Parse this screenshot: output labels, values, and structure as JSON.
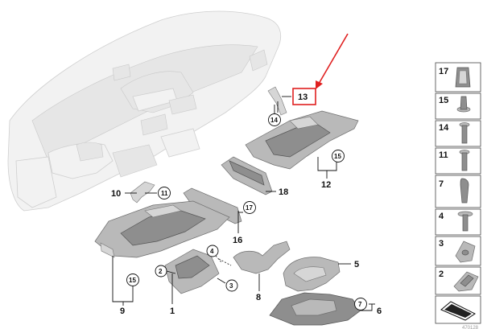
{
  "callouts": {
    "p1": "1",
    "p2": "2",
    "p3a": "3",
    "p3b": "3",
    "p4": "4",
    "p5": "5",
    "p6": "6",
    "p7": "7",
    "p8": "8",
    "p9": "9",
    "p10": "10",
    "p11": "11",
    "p12": "12",
    "p13": "13",
    "p14": "14",
    "p15a": "15",
    "p15b": "15",
    "p16": "16",
    "p17": "17",
    "p18": "18"
  },
  "legend": [
    {
      "number": "17",
      "icon": "clip-icon"
    },
    {
      "number": "15",
      "icon": "expanding-rivet-icon"
    },
    {
      "number": "14",
      "icon": "screw-icon"
    },
    {
      "number": "11",
      "icon": "screw-icon"
    },
    {
      "number": "7",
      "icon": "grommet-icon"
    },
    {
      "number": "4",
      "icon": "flange-screw-icon"
    },
    {
      "number": "3",
      "icon": "nut-clip-icon"
    },
    {
      "number": "2",
      "icon": "spring-clip-icon"
    },
    {
      "number": "",
      "icon": "gasket-profile-icon"
    }
  ],
  "footer": "470128",
  "colors": {
    "highlight": "#e02020",
    "part": "#b9b9b9",
    "ghost": "#f2f2f2"
  }
}
